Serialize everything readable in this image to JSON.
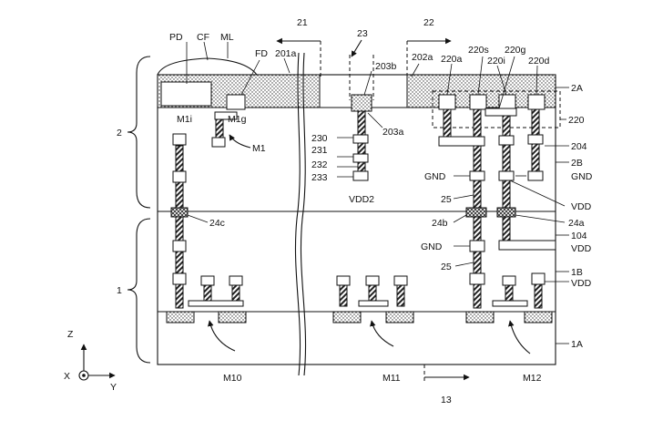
{
  "labels": {
    "pd": "PD",
    "cf": "CF",
    "ml": "ML",
    "fd": "FD",
    "l201a": "201a",
    "l21": "21",
    "l23": "23",
    "l22": "22",
    "l203b": "203b",
    "l202a": "202a",
    "l220a": "220a",
    "l220s": "220s",
    "l220g": "220g",
    "l220i": "220i",
    "l220d": "220d",
    "l2A": "2A",
    "m1i": "M1i",
    "m1g": "M1g",
    "l220": "220",
    "l203a": "203a",
    "m1": "M1",
    "l230": "230",
    "l231": "231",
    "l232": "232",
    "l233": "233",
    "l204": "204",
    "l2B": "2B",
    "gnd1": "GND",
    "gnd2": "GND",
    "vdd2": "VDD2",
    "l25a": "25",
    "vdd1": "VDD",
    "l24c": "24c",
    "l24b": "24b",
    "l24a": "24a",
    "l104": "104",
    "gnd3": "GND",
    "vdd3": "VDD",
    "l25b": "25",
    "l1B": "1B",
    "vdd4": "VDD",
    "l2": "2",
    "l1": "1",
    "l1A": "1A",
    "m10": "M10",
    "m11": "M11",
    "m12": "M12",
    "l13": "13",
    "axis_z": "Z",
    "axis_x": "X",
    "axis_y": "Y"
  }
}
